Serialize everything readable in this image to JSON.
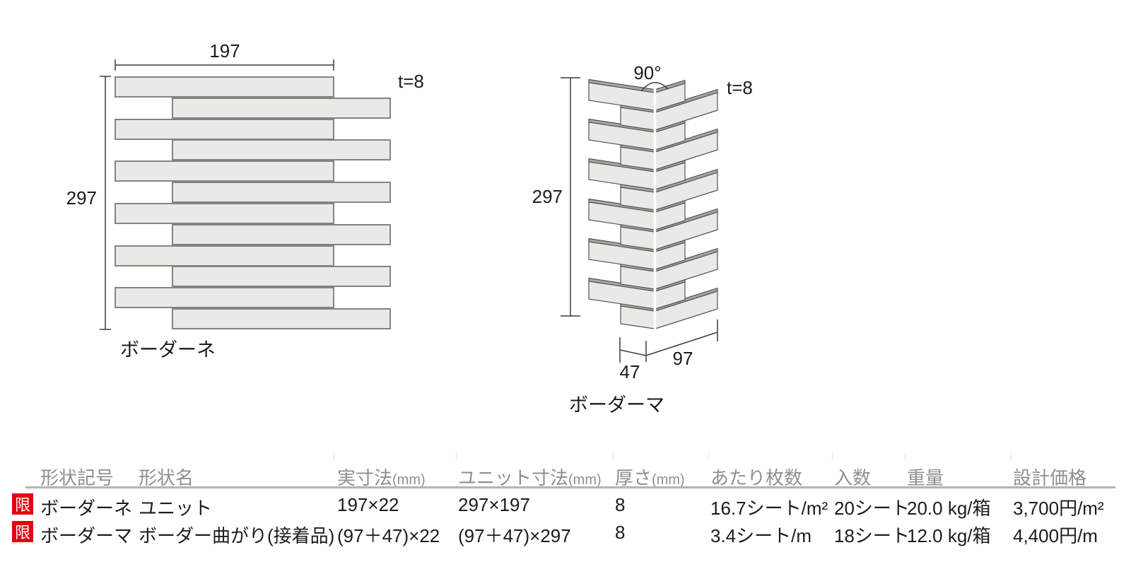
{
  "diagrams": {
    "unit": {
      "width_label": "197",
      "height_label": "297",
      "thickness_label": "t=8",
      "caption": "ボーダーネ"
    },
    "corner": {
      "angle_label": "90°",
      "thickness_label": "t=8",
      "height_label": "297",
      "left_depth_label": "47",
      "right_width_label": "97",
      "caption": "ボーダーマ"
    }
  },
  "table": {
    "headers": [
      {
        "label": "形状記号",
        "unit": ""
      },
      {
        "label": "形状名",
        "unit": ""
      },
      {
        "label": "実寸法",
        "unit": "(mm)"
      },
      {
        "label": "ユニット寸法",
        "unit": "(mm)"
      },
      {
        "label": "厚さ",
        "unit": "(mm)"
      },
      {
        "label": "あたり枚数",
        "unit": ""
      },
      {
        "label": "入数",
        "unit": ""
      },
      {
        "label": "重量",
        "unit": ""
      },
      {
        "label": "設計価格",
        "unit": ""
      }
    ],
    "rows": [
      {
        "badge": "限",
        "cells": [
          "ボーダーネ",
          "ユニット",
          "197×22",
          "297×197",
          "8",
          "16.7シート/m²",
          "20シート",
          "20.0 kg/箱",
          "3,700円/m²"
        ]
      },
      {
        "badge": "限",
        "cells": [
          "ボーダーマ",
          "ボーダー曲がり(接着品)",
          "(97＋47)×22",
          "(97＋47)×297",
          "8",
          "3.4シート/m",
          "18シート",
          "12.0 kg/箱",
          "4,400円/m"
        ]
      }
    ]
  },
  "colors": {
    "badge_red": "#e50012",
    "tile_fill": "#e9e9e7",
    "tile_stroke": "#84847e",
    "tile_top_edge": "#a7a7a1",
    "header_text": "#8f8f8f",
    "body_text": "#1c1c1c",
    "separator": "#b5b5b5"
  }
}
